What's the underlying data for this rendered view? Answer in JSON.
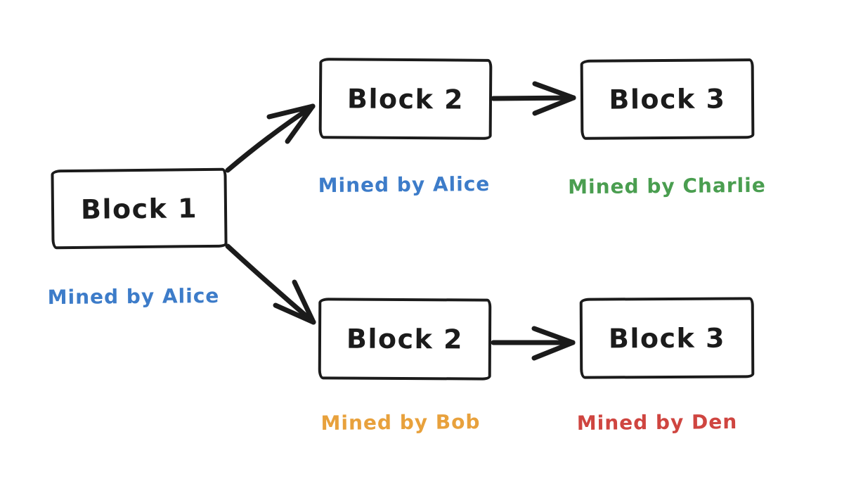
{
  "canvas": {
    "background": "#ffffff",
    "stroke_color": "#1b1b1b"
  },
  "blocks": {
    "block1": {
      "label": "Block 1"
    },
    "block2_top": {
      "label": "Block 2"
    },
    "block3_top": {
      "label": "Block 3"
    },
    "block2_bottom": {
      "label": "Block 2"
    },
    "block3_bottom": {
      "label": "Block 3"
    }
  },
  "miner_labels": {
    "block1": {
      "text": "Mined by Alice",
      "color": "#3d7cc9"
    },
    "block2_top": {
      "text": "Mined by Alice",
      "color": "#3d7cc9"
    },
    "block3_top": {
      "text": "Mined by Charlie",
      "color": "#4a9e50"
    },
    "block2_bottom": {
      "text": "Mined by Bob",
      "color": "#e8a13c"
    },
    "block3_bottom": {
      "text": "Mined by Den",
      "color": "#cf4540"
    }
  },
  "connections": [
    {
      "from": "block1",
      "to": "block2_top"
    },
    {
      "from": "block1",
      "to": "block2_bottom"
    },
    {
      "from": "block2_top",
      "to": "block3_top"
    },
    {
      "from": "block2_bottom",
      "to": "block3_bottom"
    }
  ]
}
